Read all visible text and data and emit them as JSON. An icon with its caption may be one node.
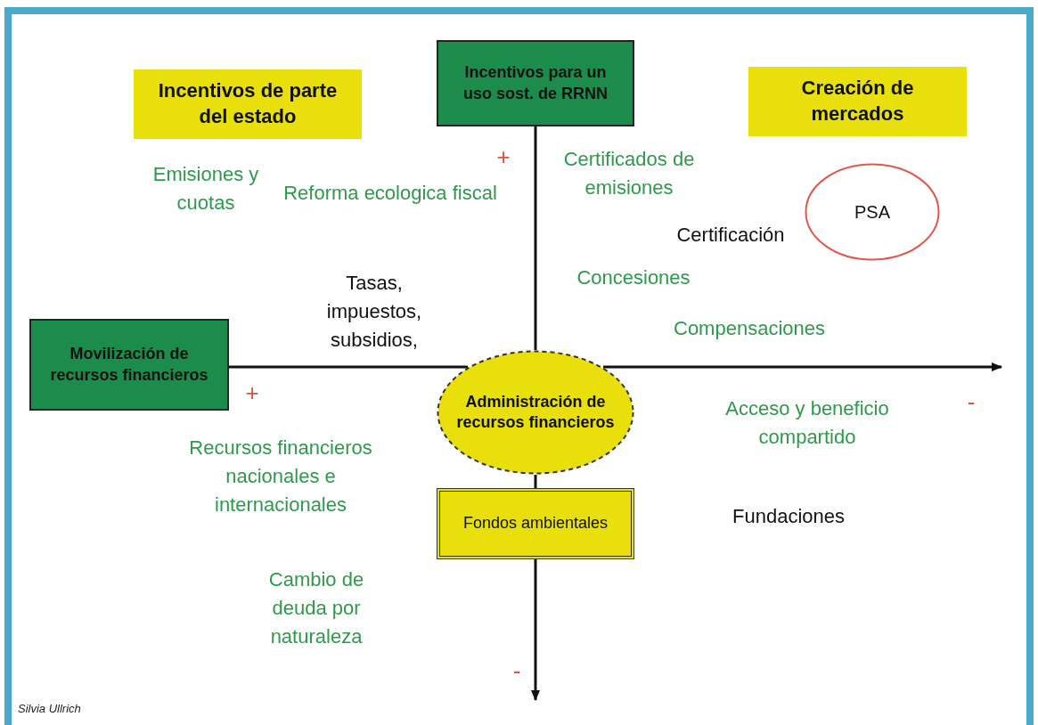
{
  "diagram": {
    "nodes": [
      {
        "text": [
          "Incentivos de parte del estado"
        ]
      },
      {
        "text": [
          "Incentivos para un uso sost. de RRNN"
        ]
      },
      {
        "text": [
          "Creación de mercados"
        ]
      },
      {
        "text": [
          "PSA"
        ]
      },
      {
        "text": [
          "Movilización de recursos financieros"
        ]
      },
      {
        "text": [
          "Administración de recursos financieros"
        ]
      },
      {
        "text": [
          "Fondos ambientales"
        ]
      }
    ],
    "edges": [
      {
        "from": 1,
        "to": 5,
        "arrow": "none"
      },
      {
        "from": 5,
        "to": 6,
        "arrow": "none"
      },
      {
        "from": 6,
        "to": null,
        "arrow": "to"
      },
      {
        "from": 4,
        "to": 5,
        "arrow": "none"
      },
      {
        "from": 5,
        "to": null,
        "arrow": "to"
      }
    ],
    "labels": [
      "+",
      "Emisiones y cuotas",
      "Reforma ecologica fiscal",
      "Certificados de emisiones",
      "Certificación",
      "Tasas, impuestos, subsidios,",
      "Concesiones",
      "Compensaciones",
      "+",
      "-",
      "Acceso y beneficio compartido",
      "Recursos financieros nacionales e internacionales",
      "Fundaciones",
      "Cambio de deuda por naturaleza",
      "-",
      "Silvia Ullrich"
    ]
  }
}
